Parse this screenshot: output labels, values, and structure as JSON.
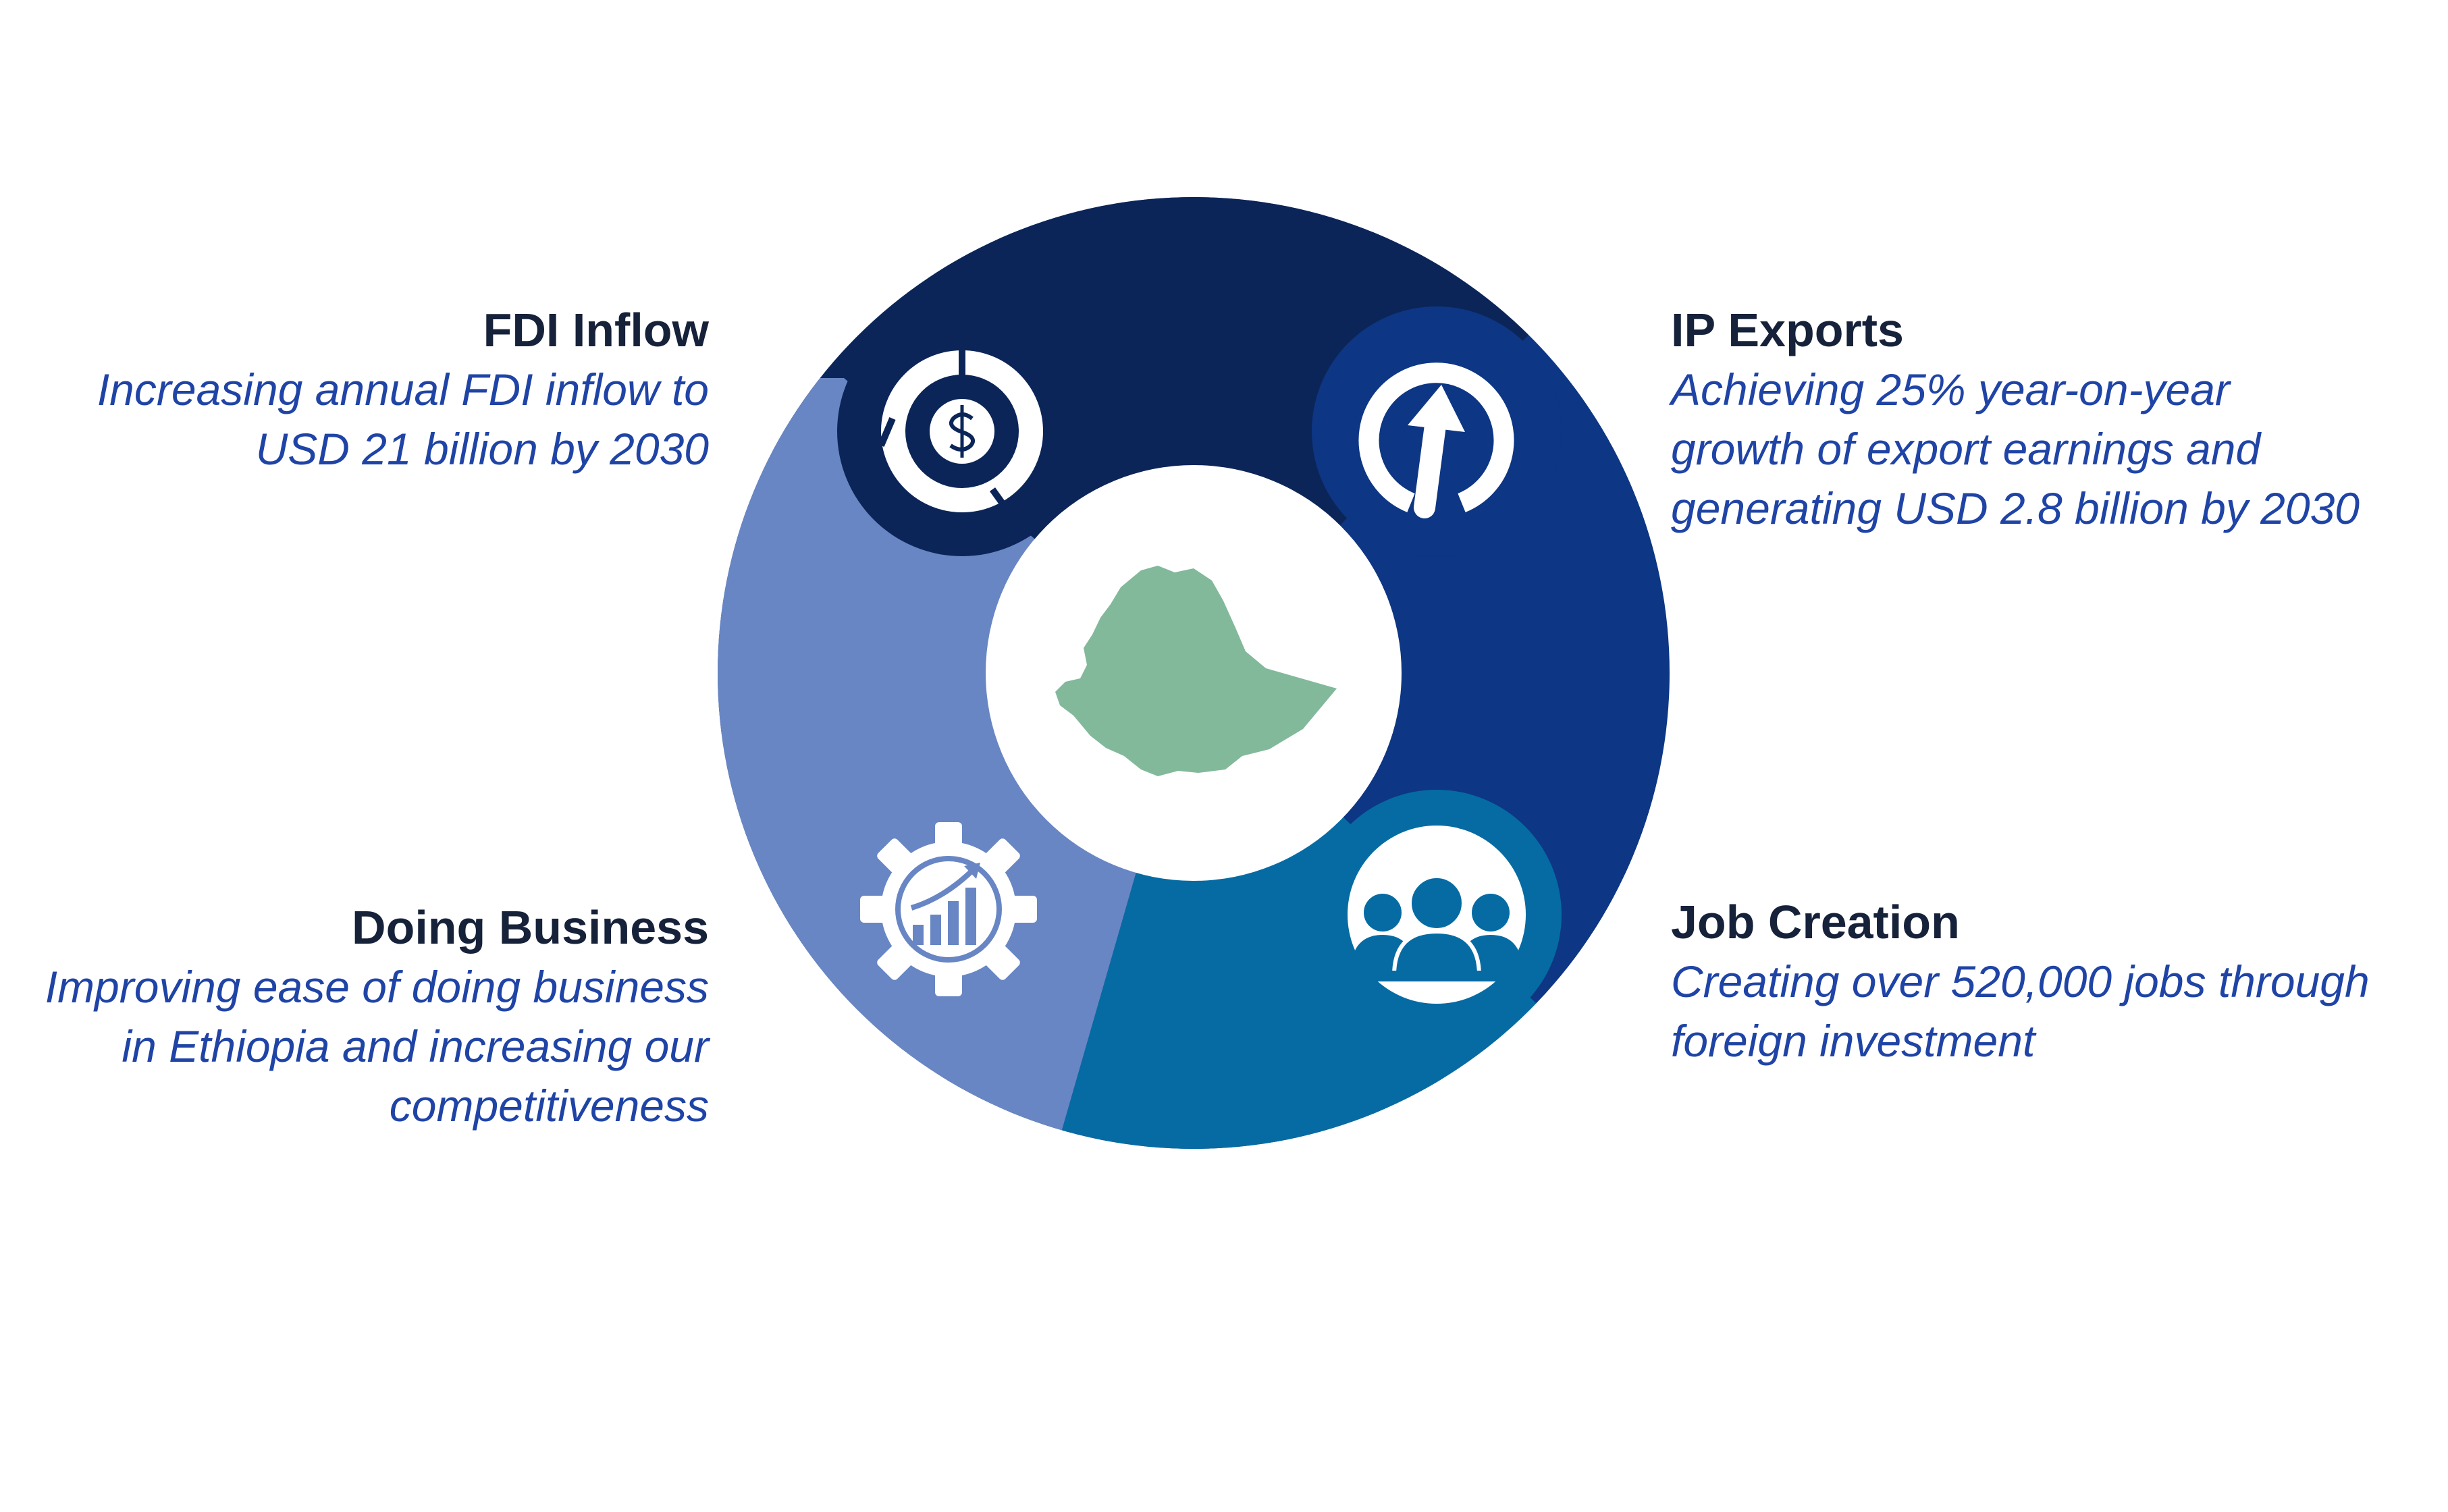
{
  "goals": {
    "fdi": {
      "title": "FDI Inflow",
      "description_lines": [
        "Increasing annual FDI inflow to",
        "USD 21 billion by 2030"
      ],
      "icon": "dollar-donut-icon",
      "color": "#0c2558"
    },
    "ip_exports": {
      "title": "IP Exports",
      "description_lines": [
        "Achieving 25% year-on-year",
        "growth of export earnings and",
        "generating USD 2.8 billion by 2030"
      ],
      "icon": "arrow-up-circle-icon",
      "color": "#0d3684"
    },
    "job_creation": {
      "title": "Job Creation",
      "description_lines": [
        "Creating over 520,000 jobs through",
        "foreign investment"
      ],
      "icon": "people-group-icon",
      "color": "#066ba3"
    },
    "doing_business": {
      "title": "Doing Business",
      "description_lines": [
        "Improving ease of doing business",
        "in Ethiopia and increasing our",
        "competitiveness"
      ],
      "icon": "gear-chart-icon",
      "color": "#6886c4"
    }
  },
  "center": {
    "icon": "ethiopia-map-icon",
    "map_color": "#82b99b"
  }
}
